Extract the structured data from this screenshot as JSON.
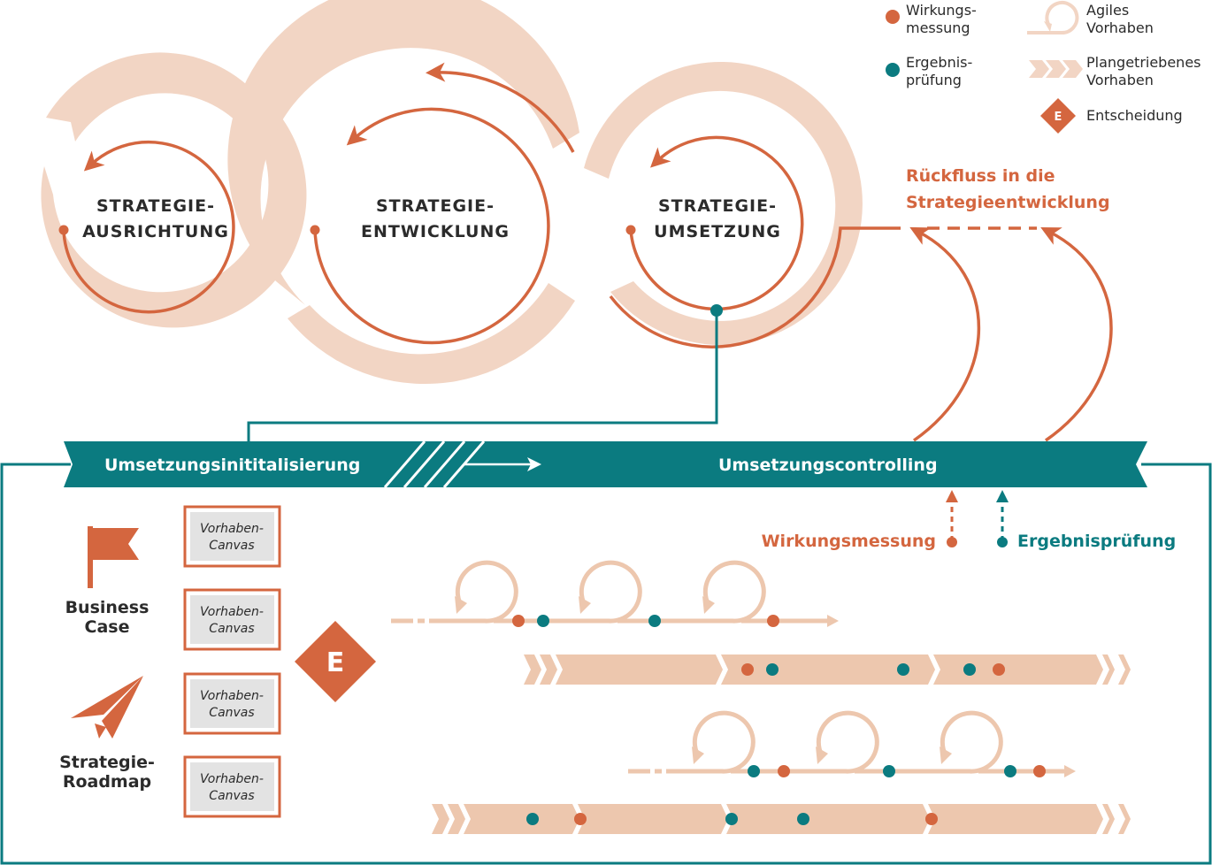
{
  "colors": {
    "orange": "#d4663f",
    "teal": "#0b7b80",
    "peach": "#f2d5c4",
    "peach_dark": "#edc7ae",
    "canvas_fill": "#e3e3e3",
    "text": "#2b2b2b"
  },
  "legend": {
    "wirkungsmessung": [
      "Wirkungs-",
      "messung"
    ],
    "ergebnispruefung": [
      "Ergebnis-",
      "prüfung"
    ],
    "agiles_vorhaben": [
      "Agiles",
      "Vorhaben"
    ],
    "plangetriebenes_vorhaben": [
      "Plangetriebenes",
      "Vorhaben"
    ],
    "entscheidung": "Entscheidung",
    "entscheidung_symbol": "E"
  },
  "cycles": [
    {
      "line1": "STRATEGIE-",
      "line2": "AUSRICHTUNG"
    },
    {
      "line1": "STRATEGIE-",
      "line2": "ENTWICKLUNG"
    },
    {
      "line1": "STRATEGIE-",
      "line2": "UMSETZUNG"
    }
  ],
  "rueckfluss": [
    "Rückfluss in die",
    "Strategieentwicklung"
  ],
  "band": {
    "left_label": "Umsetzungsinititalisierung",
    "right_label": "Umsetzungscontrolling"
  },
  "measures": {
    "wirkungsmessung": "Wirkungsmessung",
    "ergebnispruefung": "Ergebnisprüfung"
  },
  "left_items": {
    "business_case": [
      "Business",
      "Case"
    ],
    "roadmap": [
      "Strategie-",
      "Roadmap"
    ]
  },
  "canvases": [
    [
      "Vorhaben-",
      "Canvas"
    ],
    [
      "Vorhaben-",
      "Canvas"
    ],
    [
      "Vorhaben-",
      "Canvas"
    ],
    [
      "Vorhaben-",
      "Canvas"
    ]
  ],
  "decision": "E",
  "tracks": [
    {
      "type": "agile",
      "dots": [
        "wirkung",
        "ergebnis",
        "ergebnis",
        "wirkung"
      ]
    },
    {
      "type": "plan",
      "dots": [
        "wirkung",
        "ergebnis",
        "ergebnis",
        "ergebnis",
        "wirkung"
      ]
    },
    {
      "type": "agile",
      "dots": [
        "ergebnis",
        "wirkung",
        "ergebnis",
        "ergebnis",
        "wirkung"
      ]
    },
    {
      "type": "plan",
      "dots": [
        "ergebnis",
        "wirkung",
        "ergebnis",
        "ergebnis",
        "wirkung"
      ]
    }
  ]
}
